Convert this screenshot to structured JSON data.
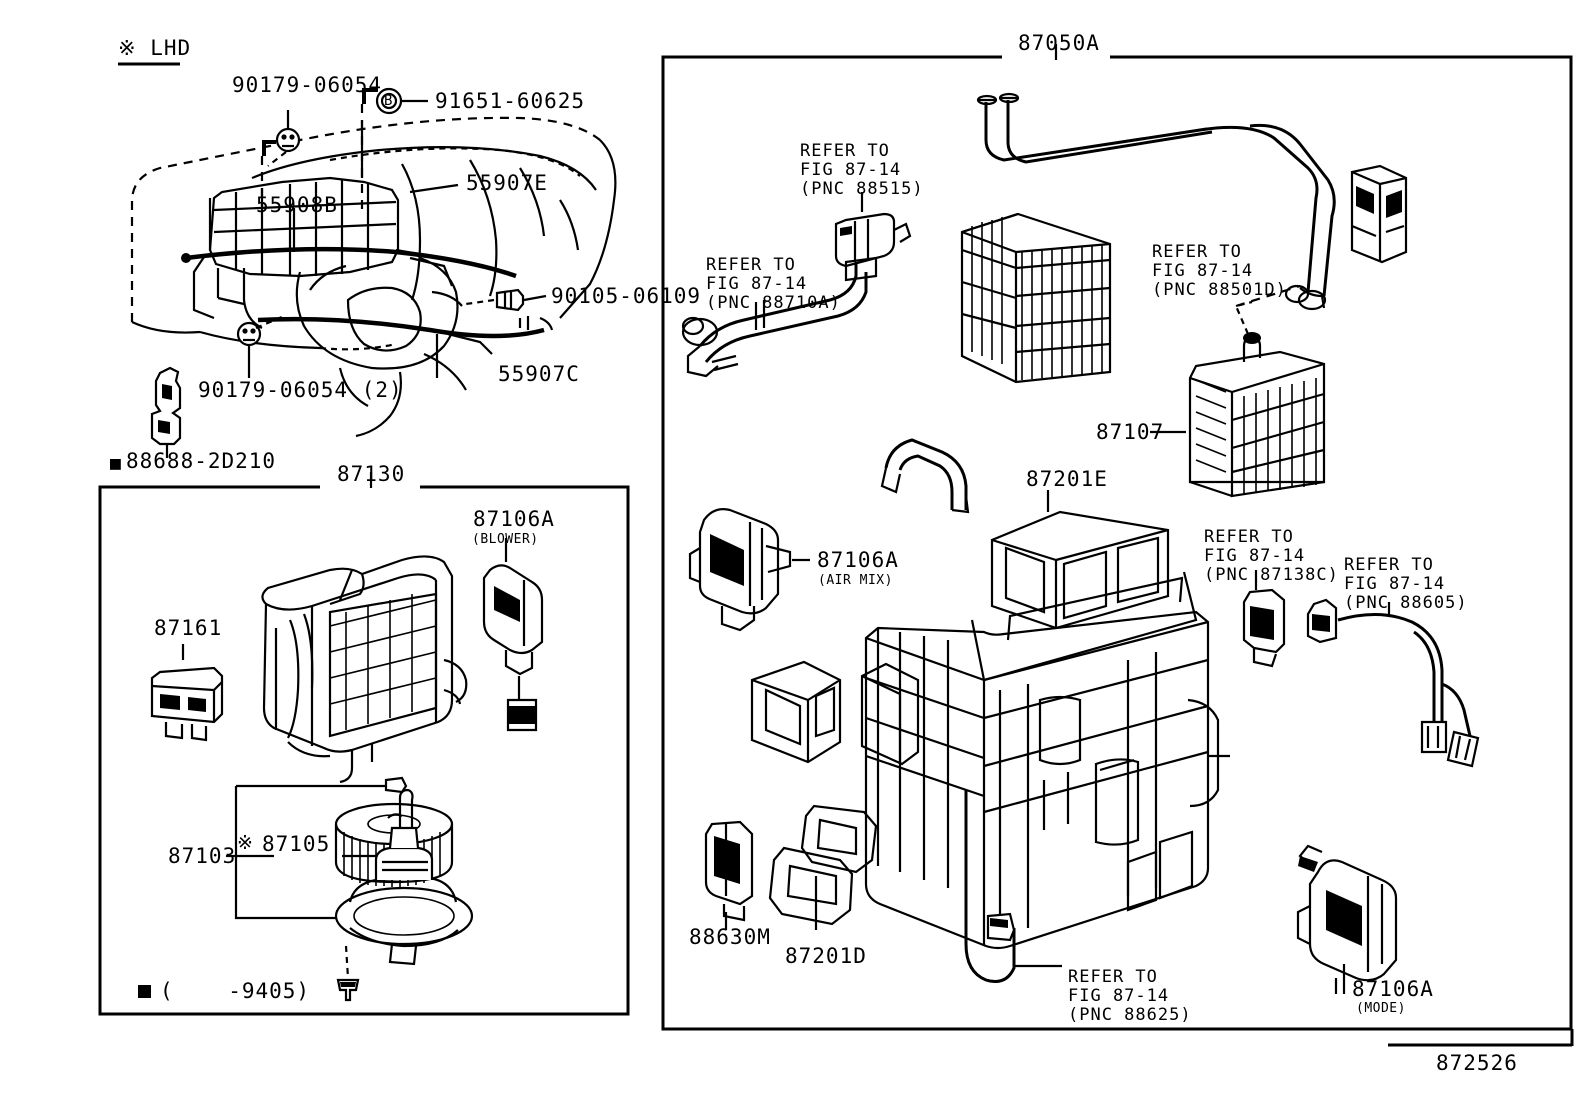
{
  "diagram": {
    "figure_code": "872526",
    "variant_note": "LHD",
    "variant_marker": "※"
  },
  "panel_dash": {
    "title_marker": "※",
    "title": "LHD",
    "labels": [
      {
        "id": "bolt-top",
        "text": "90179-06054"
      },
      {
        "id": "clip-b",
        "text": "91651-60625"
      },
      {
        "id": "balance-b",
        "text": "B"
      },
      {
        "id": "cable-e",
        "text": "55907E"
      },
      {
        "id": "cable-55908b",
        "text": "55908B"
      },
      {
        "id": "screw-right",
        "text": "90105-06109"
      },
      {
        "id": "cable-c",
        "text": "55907C"
      },
      {
        "id": "bolt-bottom",
        "text": "90179-06054 (2)"
      },
      {
        "id": "bracket",
        "text": "88688-2D210",
        "marker": "※"
      }
    ]
  },
  "panel_blower": {
    "title": "87130",
    "labels": [
      {
        "id": "resistor",
        "text": "87161"
      },
      {
        "id": "blower-motor-servo",
        "text": "87106A",
        "sub": "(BLOWER)"
      },
      {
        "id": "blower-assy",
        "text": "87103"
      },
      {
        "id": "blower-wheel",
        "text": "87105",
        "marker": "※"
      }
    ],
    "footnote": {
      "marker": "※",
      "text": "(    -9405)"
    }
  },
  "panel_cooling": {
    "title": "87050A",
    "labels": [
      {
        "id": "refer-88515",
        "lines": [
          "REFER TO",
          "FIG 87-14",
          "(PNC 88515)"
        ]
      },
      {
        "id": "refer-88710a",
        "lines": [
          "REFER TO",
          "FIG 87-14",
          "(PNC 88710A)"
        ]
      },
      {
        "id": "refer-88501d",
        "lines": [
          "REFER TO",
          "FIG 87-14",
          "(PNC 88501D)"
        ]
      },
      {
        "id": "heater-core",
        "text": "87107"
      },
      {
        "id": "damper-airmix",
        "text": "87106A",
        "sub": "(AIR MIX)"
      },
      {
        "id": "duct-87201e",
        "text": "87201E"
      },
      {
        "id": "refer-87138c",
        "lines": [
          "REFER TO",
          "FIG 87-14",
          "(PNC 87138C)"
        ]
      },
      {
        "id": "refer-88605",
        "lines": [
          "REFER TO",
          "FIG 87-14",
          "(PNC 88605)"
        ]
      },
      {
        "id": "thermistor",
        "text": "88630M"
      },
      {
        "id": "duct-87201d",
        "text": "87201D"
      },
      {
        "id": "refer-88625",
        "lines": [
          "REFER TO",
          "FIG 87-14",
          "(PNC 88625)"
        ]
      },
      {
        "id": "damper-mode",
        "text": "87106A",
        "sub": "(MODE)"
      }
    ]
  }
}
